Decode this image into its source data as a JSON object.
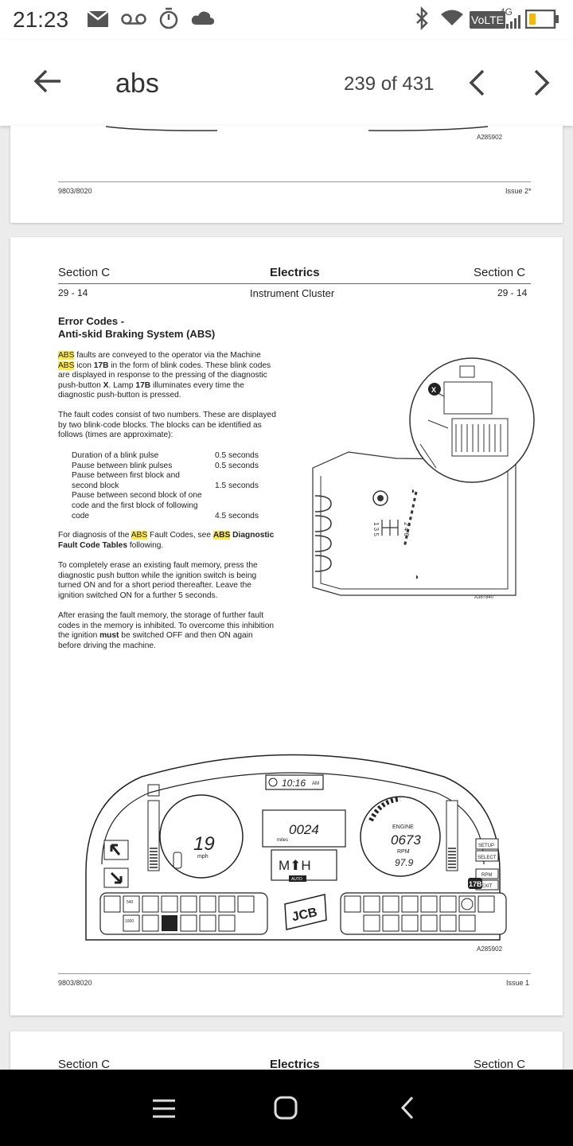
{
  "status_bar": {
    "time": "21:23",
    "network": "VoLTE",
    "signal_type": "4G"
  },
  "toolbar": {
    "query": "abs",
    "count": "239 of 431"
  },
  "page_top": {
    "figure_id": "A285902",
    "doc_id": "9803/8020",
    "issue": "Issue 2*"
  },
  "page_main": {
    "section_left": "Section C",
    "title": "Electrics",
    "section_right": "Section C",
    "page_left": "29 - 14",
    "subtitle": "Instrument Cluster",
    "page_right": "29 - 14",
    "heading1": "Error Codes -",
    "heading2": "Anti-skid Braking System (ABS)",
    "p1_abs1": "ABS",
    "p1_l1": " faults are conveyed to the operator via the Machine",
    "p1_abs2": "ABS",
    "p1_l2a": " icon ",
    "p1_17b": "17B",
    "p1_l2b": " in the form of blink codes. These blink codes",
    "p1_l3": "are displayed in response to the pressing of the diagnostic",
    "p1_l4a": "push-button ",
    "p1_x": "X",
    "p1_l4b": ". Lamp ",
    "p1_17b2": "17B",
    "p1_l4c": " illuminates every time the",
    "p1_l5": "diagnostic push-button is pressed.",
    "p2_l1": "The fault codes consist of two numbers. These are displayed",
    "p2_l2": "by two blink-code blocks. The blocks can be identified as",
    "p2_l3": "follows (times are approximate):",
    "timings": [
      {
        "label": "Duration of a blink pulse",
        "value": "0.5 seconds"
      },
      {
        "label": "Pause between blink pulses",
        "value": "0.5 seconds"
      },
      {
        "label": "Pause between first block and",
        "value": ""
      },
      {
        "label": "second block",
        "value": "1.5 seconds"
      },
      {
        "label": "Pause between second block of one",
        "value": ""
      },
      {
        "label": "code and the first block of following",
        "value": ""
      },
      {
        "label": "code",
        "value": "4.5 seconds"
      }
    ],
    "p3_a": "For diagnosis of the ",
    "p3_abs1": "ABS",
    "p3_b": " Fault Codes, see ",
    "p3_abs2": "ABS",
    "p3_c": " Diagnostic",
    "p3_d": "Fault Code Tables",
    "p3_e": " following.",
    "p4_l1": "To completely erase an existing fault memory, press the",
    "p4_l2": "diagnostic push button while the ignition switch is being",
    "p4_l3": "turned ON and for a short period thereafter. Leave the",
    "p4_l4": "ignition switched ON for a further 5 seconds.",
    "p5_l1": "After erasing the fault memory, the storage of further fault",
    "p5_l2": "codes in the memory is inhibited. To overcome this inhibition",
    "p5_l3a": "the ignition ",
    "p5_must": "must",
    "p5_l3b": " be switched OFF and then ON again",
    "p5_l4": "before driving the machine.",
    "fig1_id": "A387840",
    "fig1_x": "X",
    "fig1_gear_top": "2 4 6",
    "fig1_gear_bot": "1 3 5",
    "cluster": {
      "clock": "10:16",
      "clock_ampm": "AM",
      "speed": "19",
      "speed_unit": "mph",
      "miles": "0024",
      "miles_label": "miles",
      "display_text": "M⬆H",
      "auto_label": "AUTO",
      "engine_label": "ENGINE",
      "engine_value": "0673",
      "rpm_label": "RPM",
      "rpm_value": "97.9",
      "setup_label": "SETUP",
      "select_label": "SELECT",
      "rpm_btn_label": "RPM",
      "exit_label": "EXIT",
      "lamp_label": "17B",
      "pto_540": "540",
      "pto_1000": "1000",
      "logo": "JCB"
    },
    "fig2_id": "A285902",
    "doc_id": "9803/8020",
    "issue": "Issue 1"
  },
  "page_next": {
    "section_left": "Section C",
    "title": "Electrics",
    "section_right": "Section C"
  }
}
